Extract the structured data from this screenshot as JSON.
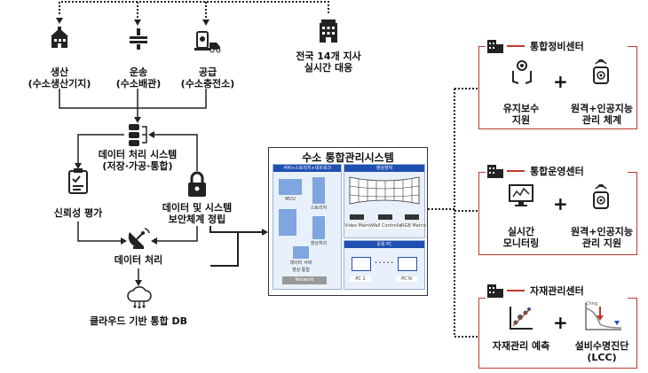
{
  "left": {
    "production": {
      "line1": "생산",
      "line2": "(수소생산기지)",
      "icon": "factory-icon"
    },
    "transport": {
      "line1": "운송",
      "line2": "(수소배관)",
      "icon": "pipe-valve-icon"
    },
    "supply": {
      "line1": "공급",
      "line2": "(수소충전소)",
      "icon": "ev-charging-icon"
    },
    "branch": {
      "line1": "전국 14개 지사",
      "line2": "실시간 대응",
      "icon": "building-icon"
    },
    "data_system": {
      "line1": "데이터 처리 시스템",
      "line2": "(저장·가공·통합)",
      "icon": "database-icon"
    },
    "reliability": {
      "line1": "신뢰성 평가",
      "icon": "clipboard-icon"
    },
    "security": {
      "line1": "데이터 및 시스템",
      "line2": "보안체계 정립",
      "icon": "lock-icon"
    },
    "processing": {
      "line1": "데이터 처리",
      "icon": "satellite-dish-icon"
    },
    "cloud": {
      "line1": "클라우드 기반 통합 DB",
      "icon": "cloud-icon"
    }
  },
  "center": {
    "title": "수소 통합관리시스템",
    "left_header": "서버+스토리지+네트워크",
    "right_header": "영상장비",
    "labels": [
      "MCU",
      "스토리지",
      "Network",
      "데이터 서버",
      "영상처리",
      "영상 통합"
    ],
    "devices": [
      "Video Matrix",
      "Wall Controller",
      "RGB Matrix"
    ],
    "ops_header": "운용 PC",
    "pcs": [
      "PC 1",
      "PC N"
    ]
  },
  "right": {
    "integrated_maintenance": {
      "title": "통합정비센터",
      "item1": {
        "line1": "유지보수",
        "line2": "지원",
        "icon": "hand-gear-icon"
      },
      "item2": {
        "line1": "원격+인공지능",
        "line2": "관리 체계",
        "icon": "remote-ai-icon"
      }
    },
    "integrated_operation": {
      "title": "통합운영센터",
      "item1": {
        "line1": "실시간",
        "line2": "모니터링",
        "icon": "monitor-icon"
      },
      "item2": {
        "line1": "원격+인공지능",
        "line2": "관리 지원",
        "icon": "remote-ai-icon"
      }
    },
    "materials": {
      "title": "자재관리센터",
      "item1": {
        "line1": "자재관리 예측",
        "icon": "scatter-chart-icon"
      },
      "item2": {
        "line1": "설비수명진단",
        "line2": "(LCC)",
        "icon": "lifecycle-chart-icon"
      }
    },
    "plus": "+",
    "chart_tiny_label": "Chng"
  },
  "colors": {
    "frame": "#c0392b",
    "dark": "#222222",
    "blue": "#1f4fb0"
  }
}
